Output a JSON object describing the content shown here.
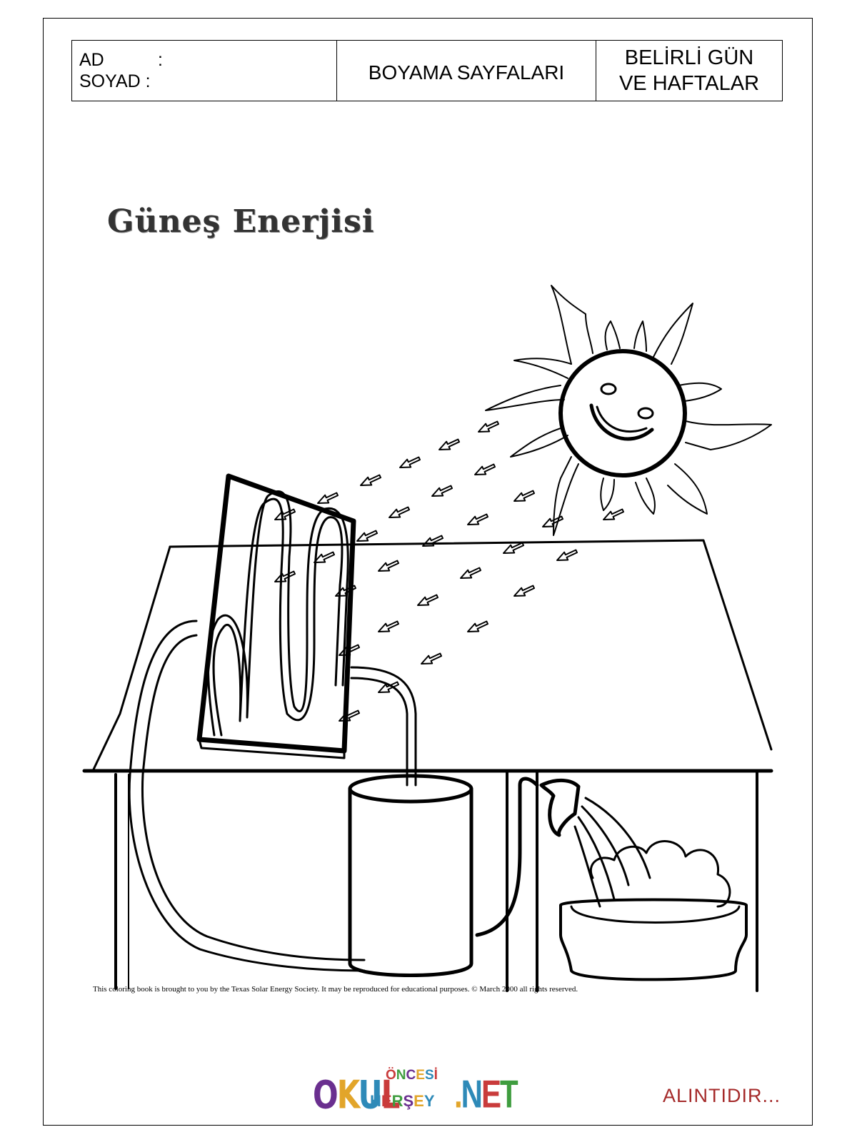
{
  "header": {
    "ad_label": "AD",
    "ad_colon": ":",
    "soyad_label": "SOYAD :",
    "center": "BOYAMA SAYFALARI",
    "right_line1": "BELİRLİ GÜN",
    "right_line2": "VE HAFTALAR"
  },
  "title": "Güneş Enerjisi",
  "credit": "This coloring book is brought to you by the Texas Solar Energy Society. It may be reproduced for educational purposes. © March 2000 all rights reserved.",
  "logo": {
    "okul": "OKUL",
    "oncesi": "ÖNCESİ",
    "hersey": "HERŞEY",
    "net": ".NET",
    "colors": [
      "#6a2f8f",
      "#e2a52a",
      "#2e8ab8",
      "#c93b3b",
      "#3f9d3f"
    ]
  },
  "footer_note": "ALINTIDIR..."
}
